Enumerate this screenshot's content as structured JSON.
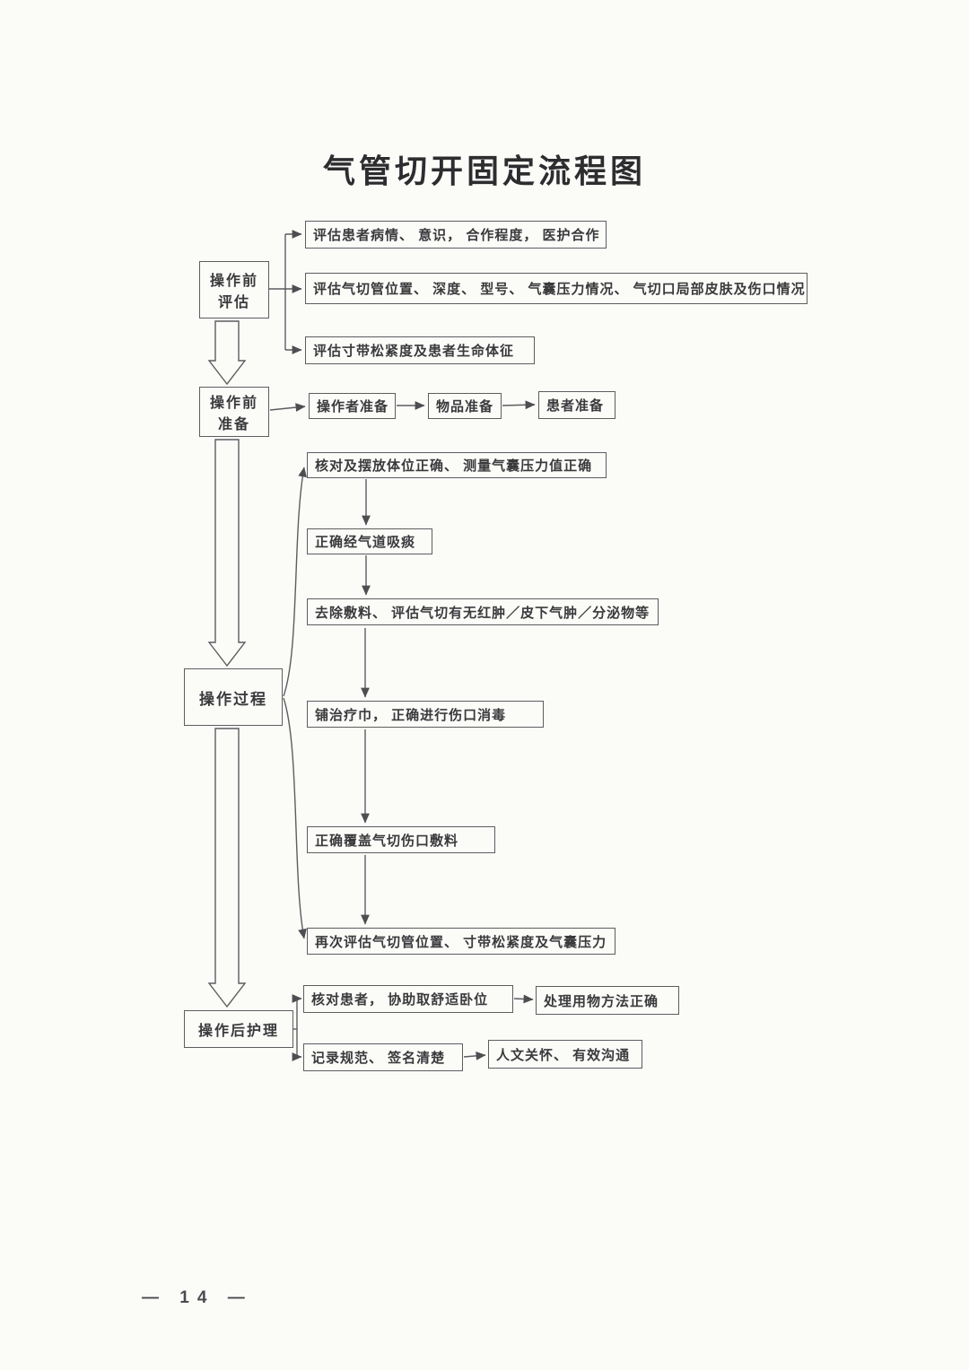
{
  "page": {
    "title": "气管切开固定流程图",
    "footer": "— 14 —"
  },
  "stages": {
    "pre_assessment": {
      "line1": "操作前",
      "line2": "评估"
    },
    "pre_preparation": {
      "line1": "操作前",
      "line2": "准备"
    },
    "operation_process": {
      "label": "操作过程"
    },
    "post_care": {
      "label": "操作后护理"
    }
  },
  "assessment_branches": [
    "评估患者病情、 意识， 合作程度， 医护合作",
    "评估气切管位置、 深度、 型号、 气囊压力情况、 气切口局部皮肤及伤口情况",
    "评估寸带松紧度及患者生命体征"
  ],
  "preparation_steps": [
    "操作者准备",
    "物品准备",
    "患者准备"
  ],
  "process_steps": [
    "核对及摆放体位正确、 测量气囊压力值正确",
    "正确经气道吸痰",
    "去除敷料、 评估气切有无红肿／皮下气肿／分泌物等",
    "铺治疗巾， 正确进行伤口消毒",
    "正确覆盖气切伤口敷料",
    "再次评估气切管位置、 寸带松紧度及气囊压力"
  ],
  "aftercare_steps": [
    {
      "step": "核对患者， 协助取舒适卧位",
      "result": "处理用物方法正确"
    },
    {
      "step": "记录规范、 签名清楚",
      "result": "人文关怀、 有效沟通"
    }
  ]
}
